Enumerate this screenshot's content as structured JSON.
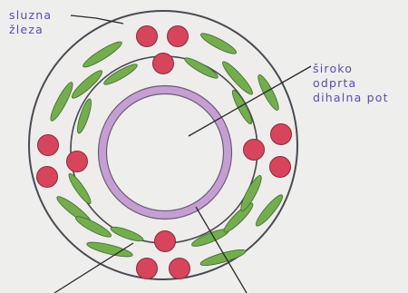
{
  "labels": {
    "gland": [
      "sluzna",
      "žleza"
    ],
    "airway": [
      "široko",
      "odprta",
      "dihalna pot"
    ]
  },
  "colors": {
    "background": "#eeeeec",
    "outline": "#4a4a52",
    "muscle": "#74ad4d",
    "gland": "#d7455d",
    "airway_wall": "#c59fd2",
    "label_text": "#5a4bb5"
  }
}
